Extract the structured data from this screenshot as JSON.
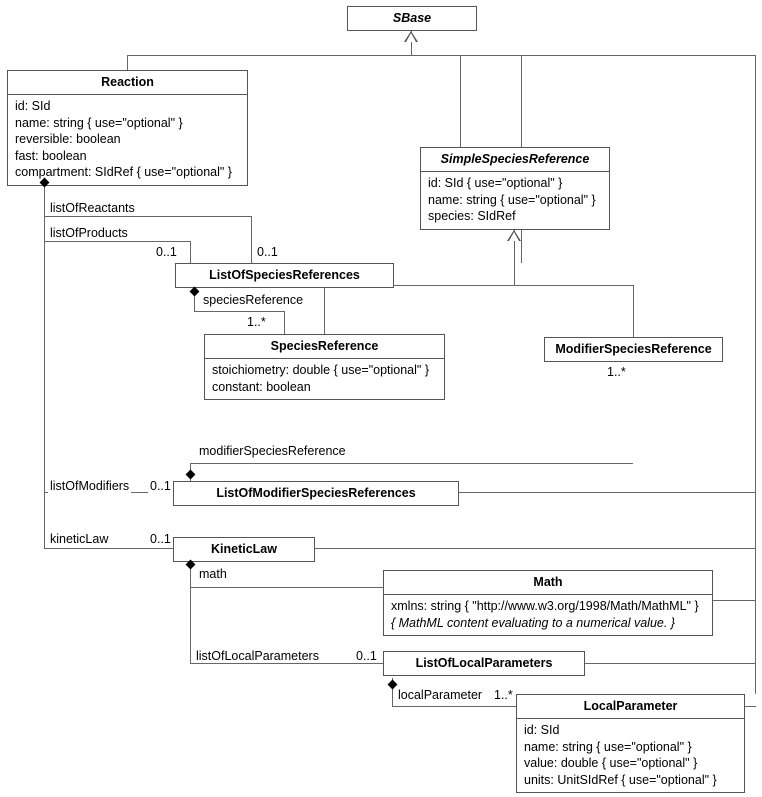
{
  "diagram": {
    "title": "SBML Reaction UML class diagram",
    "type": "uml-class-diagram",
    "line_color": "#666666",
    "box_border_color": "#555555",
    "background": "#ffffff"
  },
  "classes": {
    "sbase": {
      "name": "SBase",
      "abstract": true,
      "attributes": []
    },
    "reaction": {
      "name": "Reaction",
      "abstract": false,
      "attributes": [
        "id: SId",
        "name: string  { use=\"optional\" }",
        "reversible: boolean",
        "fast: boolean",
        "compartment: SIdRef  { use=\"optional\" }"
      ]
    },
    "simple_species_reference": {
      "name": "SimpleSpeciesReference",
      "abstract": true,
      "attributes": [
        "id: SId  { use=\"optional\" }",
        "name: string  { use=\"optional\" }",
        "species: SIdRef"
      ]
    },
    "list_of_species_references": {
      "name": "ListOfSpeciesReferences",
      "abstract": false,
      "attributes": []
    },
    "species_reference": {
      "name": "SpeciesReference",
      "abstract": false,
      "attributes": [
        "stoichiometry: double  { use=\"optional\"  }",
        "constant: boolean"
      ]
    },
    "modifier_species_reference": {
      "name": "ModifierSpeciesReference",
      "abstract": false,
      "attributes": []
    },
    "list_of_modifier_species_references": {
      "name": "ListOfModifierSpeciesReferences",
      "abstract": false,
      "attributes": []
    },
    "kinetic_law": {
      "name": "KineticLaw",
      "abstract": false,
      "attributes": []
    },
    "math": {
      "name": "Math",
      "abstract": false,
      "attributes": [
        "xmlns: string  { \"http://www.w3.org/1998/Math/MathML\" }",
        "{ MathML content evaluating to a numerical value. }"
      ],
      "attributes_italic": [
        false,
        true
      ]
    },
    "list_of_local_parameters": {
      "name": "ListOfLocalParameters",
      "abstract": false,
      "attributes": []
    },
    "local_parameter": {
      "name": "LocalParameter",
      "abstract": false,
      "attributes": [
        "id: SId",
        "name: string { use=\"optional\" }",
        "value: double  { use=\"optional\"  }",
        "units:  UnitSIdRef { use=\"optional\"  }"
      ]
    }
  },
  "edge_labels": {
    "list_of_reactants": "listOfReactants",
    "list_of_products": "listOfProducts",
    "mult_reactants": "0..1",
    "mult_products": "0..1",
    "species_reference_role": "speciesReference",
    "mult_species_reference": "1..*",
    "mult_modifier_species_reference": "1..*",
    "modifier_species_reference_role": "modifierSpeciesReference",
    "list_of_modifiers": "listOfModifiers",
    "mult_modifiers": "0..1",
    "kinetic_law_role": "kineticLaw",
    "mult_kinetic_law": "0..1",
    "math_role": "math",
    "list_of_local_parameters_role": "listOfLocalParameters",
    "mult_list_of_local_parameters": "0..1",
    "local_parameter_role": "localParameter",
    "mult_local_parameter": "1..*"
  }
}
